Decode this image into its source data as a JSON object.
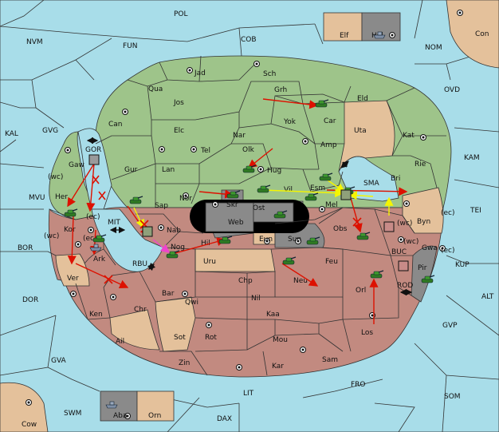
{
  "map": {
    "colors": {
      "sea": "#a8dde9",
      "green_power": "#9ec48a",
      "red_power": "#c28a80",
      "neutral": "#e4c19b",
      "impassable": "#8a8a8a",
      "move_order": "#dd1100",
      "support_order": "#f5f500",
      "convoy_order": "#ee44cc",
      "retreat_arrow": "#111111"
    },
    "labels": {
      "POL": "POL",
      "COB": "COB",
      "FUN": "FUN",
      "NVM": "NVM",
      "NOM": "NOM",
      "OVD": "OVD",
      "Con": "Con",
      "Elf": "Elf",
      "Hel": "Hel",
      "KAL": "KAL",
      "GVG": "GVG",
      "KAM": "KAM",
      "TEI": "TEI",
      "MVU": "MVU",
      "BOR": "BOR",
      "DOR": "DOR",
      "GVA": "GVA",
      "SWM": "SWM",
      "Cow": "Cow",
      "DAX": "DAX",
      "LIT": "LIT",
      "FRO": "FRO",
      "SOM": "SOM",
      "GVP": "GVP",
      "ALT": "ALT",
      "KUP": "KUP",
      "Jad": "Jad",
      "Sch": "Sch",
      "Qua": "Qua",
      "Jos": "Jos",
      "Grh": "Grh",
      "Eld": "Eld",
      "Can": "Can",
      "Yok": "Yok",
      "Car": "Car",
      "Elc": "Elc",
      "Nar": "Nar",
      "Uta": "Uta",
      "Kat": "Kat",
      "Tel": "Tel",
      "Olk": "Olk",
      "Amp": "Amp",
      "Gur": "Gur",
      "Lan": "Lan",
      "Hug": "Hug",
      "Rie": "Rie",
      "Bri": "Bri",
      "GOR": "GOR",
      "Gaw": "Gaw",
      "Her": "Her",
      "SMA": "SMA",
      "Nor": "Nor",
      "Skr": "Skr",
      "Vil": "Vil",
      "Esm": "Esm",
      "Sap": "Sap",
      "Ost": "Ost",
      "Web": "Web",
      "Mel": "Mel",
      "Byn": "Byn",
      "MIT": "MIT",
      "Nab": "Nab",
      "Kor": "Kor",
      "Eun": "Eun",
      "Sun": "Sun",
      "Obs": "Obs",
      "Nog": "Nog",
      "Hil": "Hil",
      "BUC": "BUC",
      "Gwa": "Gwa",
      "Ark": "Ark",
      "RBU": "RBU",
      "Uru": "Uru",
      "Feu": "Feu",
      "Pir": "Pir",
      "Ver": "Ver",
      "Chp": "Chp",
      "Neu": "Neu",
      "Orl": "Orl",
      "ROD": "ROD",
      "Bar": "Bar",
      "Qwi": "Qwi",
      "Nil": "Nil",
      "Ken": "Ken",
      "Chr": "Chr",
      "Kaa": "Kaa",
      "Ail": "Ail",
      "Sot": "Sot",
      "Rot": "Rot",
      "Mou": "Mou",
      "Los": "Los",
      "Zin": "Zin",
      "Kar": "Kar",
      "Sam": "Sam",
      "Aba": "Aba",
      "Orn": "Orn",
      "wc1": "(wc)",
      "ec1": "(ec)",
      "wc2": "(wc)",
      "ec2": "(ec)",
      "ec3": "(ec)",
      "wc3": "(wc)",
      "wc4": "(wc)",
      "ec4": "(ec)"
    }
  }
}
